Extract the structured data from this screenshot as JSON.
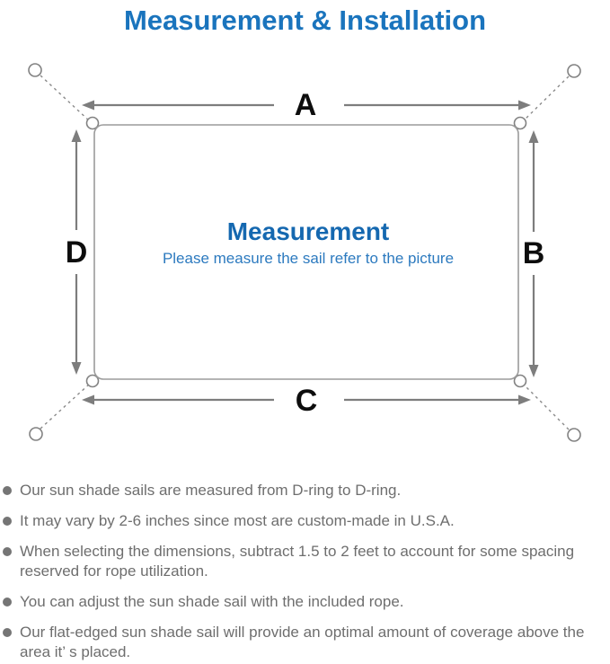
{
  "title": "Measurement & Installation",
  "diagram": {
    "labels": {
      "a": "A",
      "b": "B",
      "c": "C",
      "d": "D"
    },
    "center_title": "Measurement",
    "center_subtitle": "Please measure the sail refer to the picture",
    "colors": {
      "title_blue": "#1a74bd",
      "center_title_blue": "#1568b0",
      "center_subtitle_blue": "#2c7abf",
      "line_gray": "#8a8a8a",
      "arrow_gray": "#7d7d7d",
      "note_text_gray": "#6e6e6e"
    }
  },
  "bullets": [
    {
      "text": "Our sun shade sails are measured from D-ring to D-ring."
    },
    {
      "text": "It may vary by 2-6 inches since most are custom-made in U.S.A."
    },
    {
      "text": "When selecting the dimensions, subtract 1.5 to 2 feet to account for some spacing reserved for rope utilization."
    },
    {
      "text": "You can adjust the sun shade sail with the included rope."
    },
    {
      "text": "Our flat-edged sun shade sail will provide an optimal amount of coverage above the area it’ s placed."
    }
  ]
}
